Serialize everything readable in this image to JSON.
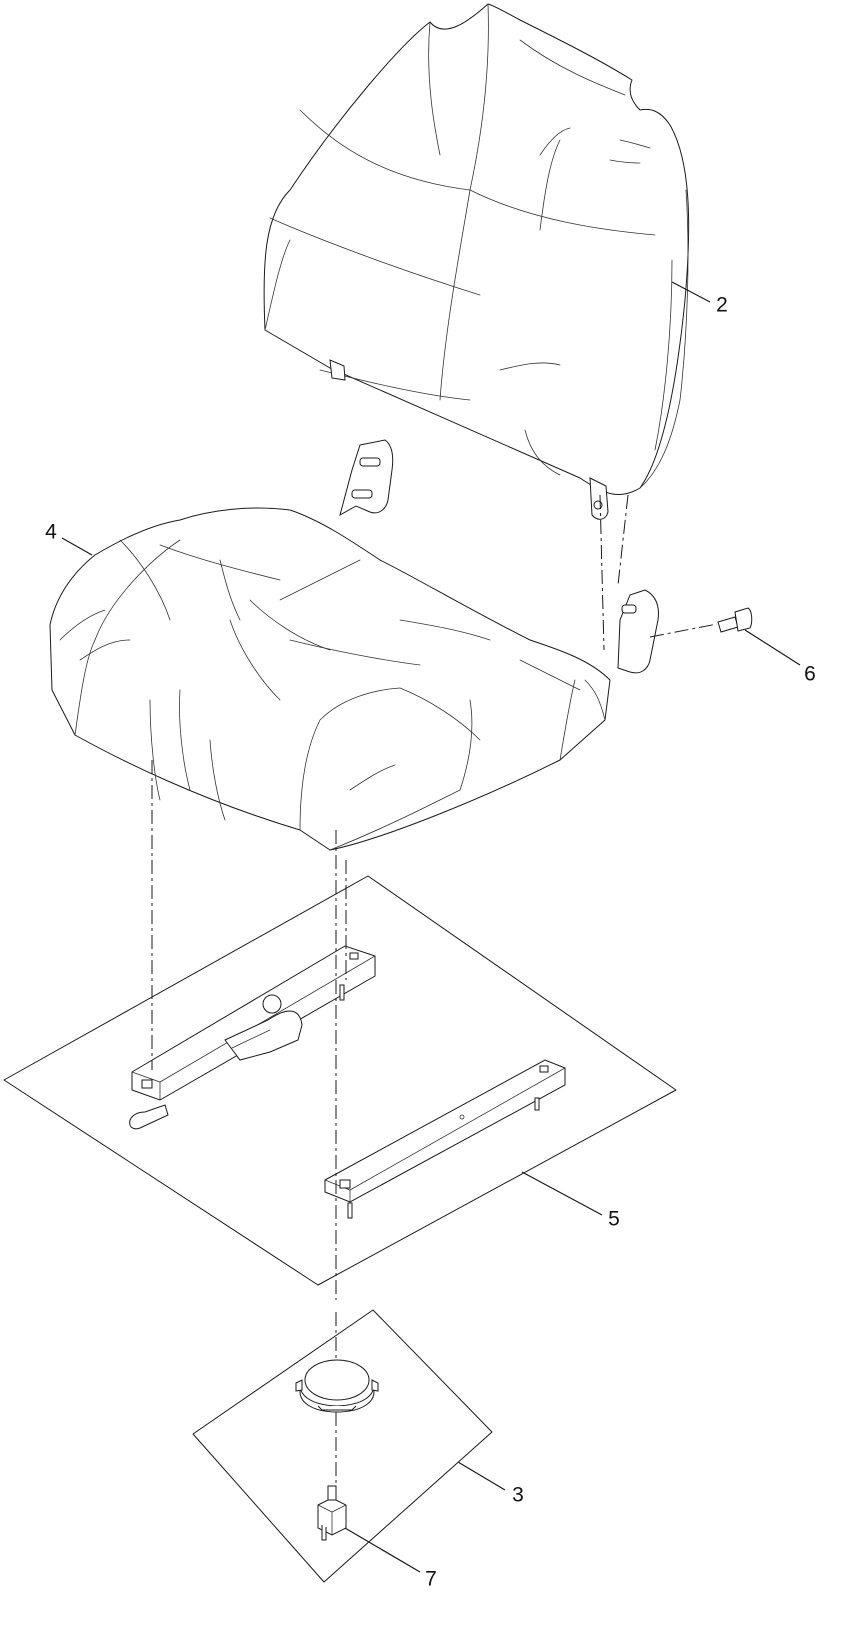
{
  "callouts": {
    "c2": "2",
    "c3": "3",
    "c4": "4",
    "c5": "5",
    "c6": "6",
    "c7": "7"
  }
}
